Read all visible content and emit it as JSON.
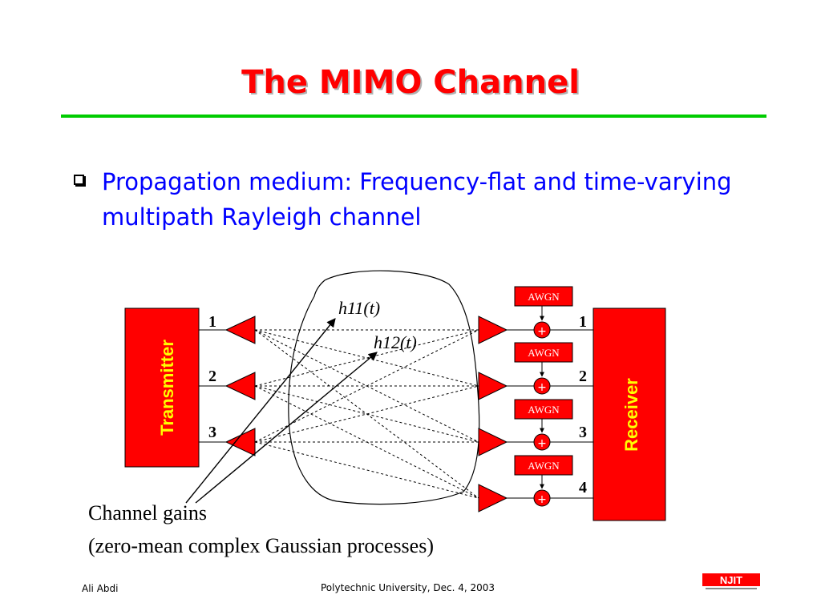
{
  "slide": {
    "title": "The MIMO Channel",
    "bullet": "Propagation medium: Frequency-flat and time-varying multipath Rayleigh channel"
  },
  "diagram": {
    "transmitter_label": "Transmitter",
    "receiver_label": "Receiver",
    "tx_antennas": [
      "1",
      "2",
      "3"
    ],
    "rx_antennas": [
      "1",
      "2",
      "3",
      "4"
    ],
    "noise_label": "AWGN",
    "adder_symbol": "+",
    "gain_labels": [
      "h11(t)",
      "h12(t)"
    ],
    "channel_gains_caption": "Channel gains",
    "channel_gains_note": "(zero-mean complex Gaussian processes)",
    "colors": {
      "block": "#ff0000",
      "antenna": "#ff0000",
      "title": "#ff0000",
      "bullet": "#0000ff",
      "rule": "#00cc00"
    }
  },
  "footer": {
    "author": "Ali Abdi",
    "venue": "Polytechnic University, Dec. 4, 2003",
    "logo": "NJIT"
  }
}
